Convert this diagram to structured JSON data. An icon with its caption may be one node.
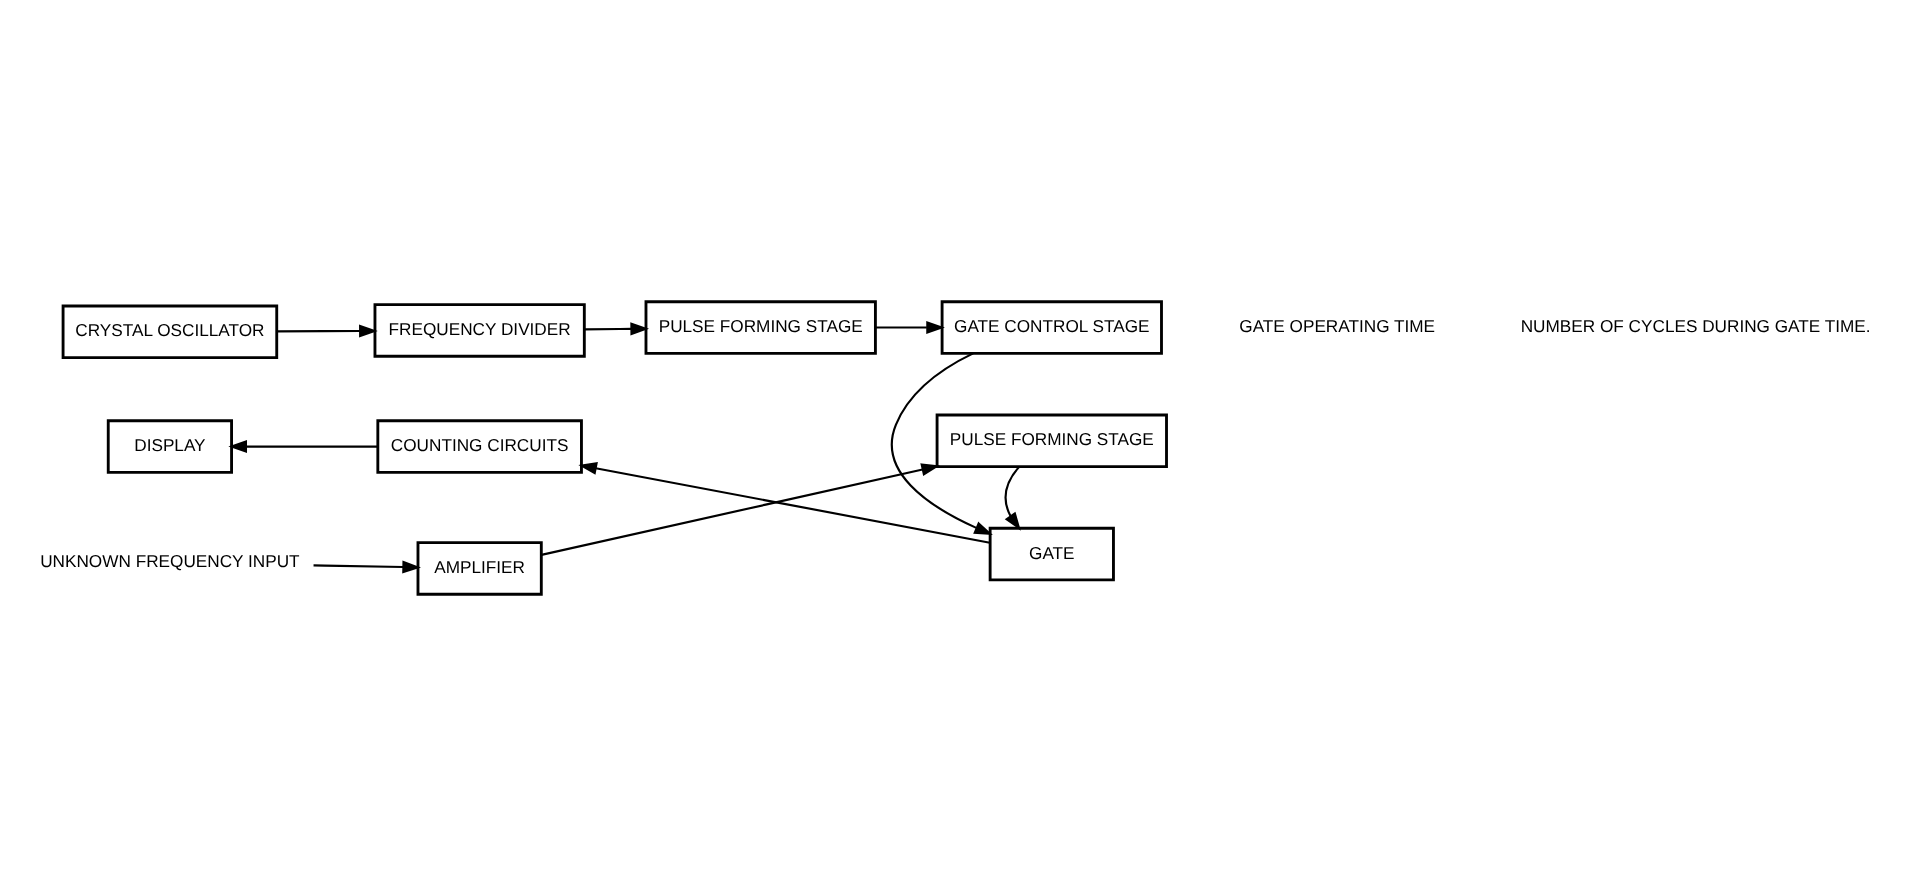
{
  "diagram": {
    "nodes": [
      {
        "text": [
          "CRYSTAL OSCILLATOR"
        ]
      },
      {
        "text": [
          "FREQUENCY DIVIDER"
        ]
      },
      {
        "text": [
          "PULSE FORMING STAGE"
        ]
      },
      {
        "text": [
          "GATE CONTROL STAGE"
        ]
      },
      {
        "text": [
          "DISPLAY"
        ]
      },
      {
        "text": [
          "COUNTING CIRCUITS"
        ]
      },
      {
        "text": [
          "GATE"
        ]
      },
      {
        "text": [
          "UNKNOWN FREQUENCY INPUT"
        ]
      },
      {
        "text": [
          "AMPLIFIER"
        ]
      },
      {
        "text": [
          "PULSE FORMING STAGE"
        ]
      }
    ],
    "edges": [
      {
        "from": 0,
        "to": 1,
        "arrow": "to"
      },
      {
        "from": 1,
        "to": 2,
        "arrow": "to"
      },
      {
        "from": 2,
        "to": 3,
        "arrow": "to"
      },
      {
        "from": 3,
        "to": 6,
        "arrow": "to"
      },
      {
        "from": 6,
        "to": 5,
        "arrow": "to"
      },
      {
        "from": 5,
        "to": 4,
        "arrow": "to"
      },
      {
        "from": 7,
        "to": 8,
        "arrow": "to"
      },
      {
        "from": 8,
        "to": 9,
        "arrow": "to"
      },
      {
        "from": 9,
        "to": 6,
        "arrow": "to"
      }
    ],
    "labels": [
      "GATE OPERATING TIME",
      "NUMBER OF CYCLES DURING GATE TIME."
    ]
  }
}
